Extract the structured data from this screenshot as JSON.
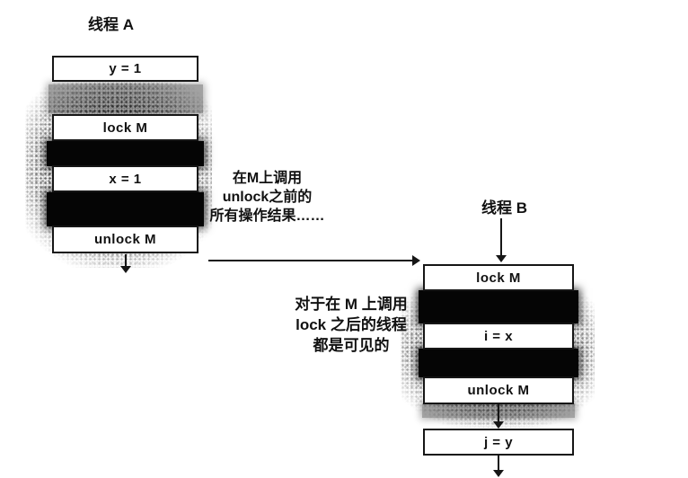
{
  "diagram": {
    "thread_a": {
      "title": "线程 A",
      "boxes": [
        "y = 1",
        "lock M",
        "x = 1",
        "unlock M"
      ]
    },
    "thread_b": {
      "title": "线程 B",
      "boxes": [
        "lock M",
        "i = x",
        "unlock M",
        "j = y"
      ]
    },
    "annotation_unlock": "在M上调用\nunlock之前的\n所有操作结果……",
    "annotation_lock": "对于在 M 上调用\nlock 之后的线程\n都是可见的",
    "colors": {
      "box_border": "#161616",
      "box_fill": "#ffffff",
      "shade": "#050505",
      "background": "#ffffff"
    }
  }
}
